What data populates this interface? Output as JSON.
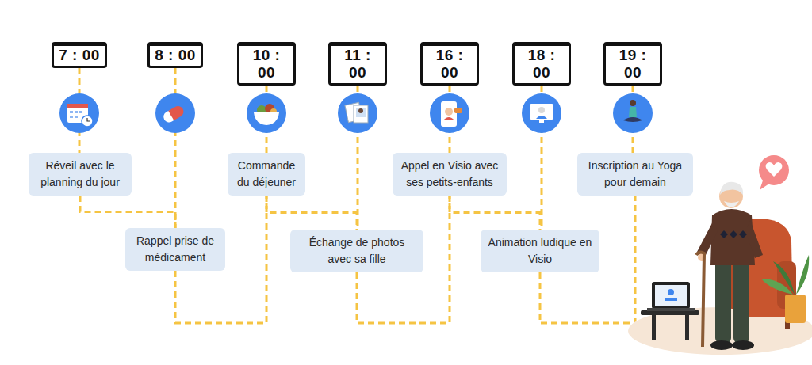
{
  "diagram": {
    "nodes": [
      {
        "text": [
          "7 : 00"
        ]
      },
      {
        "text": [
          "Réveil avec le planning du jour"
        ]
      },
      {
        "text": [
          "8 : 00"
        ]
      },
      {
        "text": [
          "Rappel prise de médicament"
        ]
      },
      {
        "text": [
          "10 : 00"
        ]
      },
      {
        "text": [
          "Commande du déjeuner"
        ]
      },
      {
        "text": [
          "11 : 00"
        ]
      },
      {
        "text": [
          "Échange de photos avec sa fille"
        ]
      },
      {
        "text": [
          "16 : 00"
        ]
      },
      {
        "text": [
          "Appel en Visio avec ses petits-enfants"
        ]
      },
      {
        "text": [
          "18 : 00"
        ]
      },
      {
        "text": [
          "Animation ludique en Visio"
        ]
      },
      {
        "text": [
          "19 : 00"
        ]
      },
      {
        "text": [
          "Inscription au Yoga pour demain"
        ]
      }
    ],
    "edges": [
      {
        "from": 0,
        "to": 1,
        "arrow": "none"
      },
      {
        "from": 2,
        "to": 3,
        "arrow": "none"
      },
      {
        "from": 4,
        "to": 5,
        "arrow": "none"
      },
      {
        "from": 6,
        "to": 7,
        "arrow": "none"
      },
      {
        "from": 8,
        "to": 9,
        "arrow": "none"
      },
      {
        "from": 10,
        "to": 11,
        "arrow": "none"
      },
      {
        "from": 12,
        "to": 13,
        "arrow": "none"
      },
      {
        "from": 1,
        "to": 3,
        "arrow": "none"
      },
      {
        "from": 3,
        "to": 5,
        "arrow": "none"
      },
      {
        "from": 5,
        "to": 7,
        "arrow": "none"
      },
      {
        "from": 7,
        "to": 9,
        "arrow": "none"
      },
      {
        "from": 9,
        "to": 11,
        "arrow": "none"
      },
      {
        "from": 11,
        "to": 13,
        "arrow": "none"
      }
    ]
  }
}
